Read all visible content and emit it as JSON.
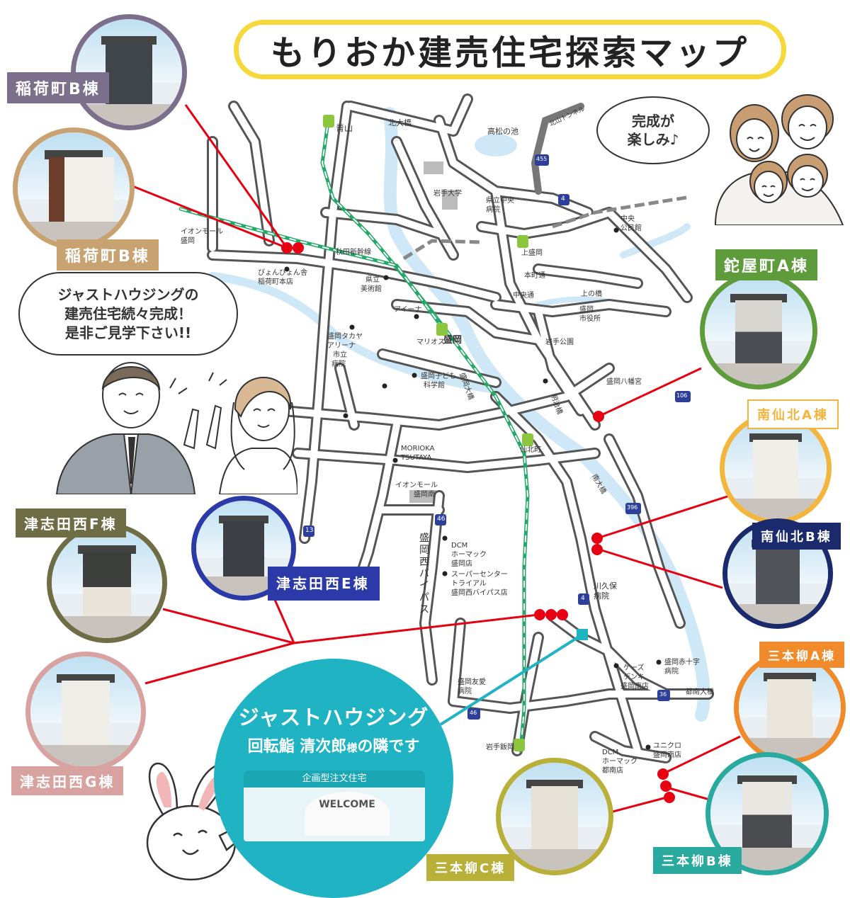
{
  "title": "もりおか建売住宅探索マップ",
  "speech": {
    "family": "完成が楽しみ♪",
    "family_l1": "完成が",
    "family_l2": "楽しみ♪",
    "staff_l1": "ジャストハウジングの",
    "staff_l2": "建売住宅続々完成！",
    "staff_l3": "是非ご見学下さい!!"
  },
  "houses": [
    {
      "label": "稲荷町B棟",
      "color": "#7b6f8c"
    },
    {
      "label": "稲荷町B棟",
      "color": "#c9a272"
    },
    {
      "label": "鉈屋町A棟",
      "color": "#5d9b3b"
    },
    {
      "label": "南仙北A棟",
      "color": "#f2b63f"
    },
    {
      "label": "南仙北B棟",
      "color": "#1a2a6c"
    },
    {
      "label": "津志田西F棟",
      "color": "#6e6d45"
    },
    {
      "label": "津志田西E棟",
      "color": "#2b3aa8"
    },
    {
      "label": "津志田西G棟",
      "color": "#d8a2a0"
    },
    {
      "label": "三本柳A棟",
      "color": "#f08a2a"
    },
    {
      "label": "三本柳B棟",
      "color": "#2aa99f"
    },
    {
      "label": "三本柳C棟",
      "color": "#b9b03a"
    }
  ],
  "office": {
    "line1": "ジャストハウジング",
    "line2a": "回転鮨 清次郎",
    "line2b": "様",
    "line2c": "の隣です",
    "banner": "企画型注文住宅",
    "welcome": "WELCOME"
  },
  "map_labels": {
    "aoyama": "青山",
    "kitaohashi": "北大橋",
    "takamatsu": "高松の池",
    "kitayama_tunnel": "北山トンネル",
    "iwate_univ": "岩手大学",
    "central_hospital_1": "県立中央",
    "central_hospital_2": "病院",
    "chuo_kominkan_1": "中央",
    "chuo_kominkan_2": "公民館",
    "aeon_morioka_1": "イオンモール",
    "aeon_morioka_2": "盛岡",
    "akita_shinkansen": "秋田新幹線",
    "kamimorioka": "上盛岡",
    "honcho": "本町通",
    "pyonpyon_1": "ぴょんぴょん舎",
    "pyonpyon_2": "稲荷町本店",
    "museum_1": "県立",
    "museum_2": "美術館",
    "chuo_dori": "中央通",
    "uenohashi": "上の橋",
    "city_hall_1": "盛岡",
    "city_hall_2": "市役所",
    "aina": "アイーナ",
    "morioka_station": "盛岡",
    "marios": "マリオス",
    "iwate_park": "岩手公園",
    "arena_1": "盛岡タカヤ",
    "arena_2": "アリーナ",
    "city_hospital_1": "市立",
    "city_hospital_2": "病院",
    "kodomo_1": "盛岡子ども",
    "kodomo_2": "科学館",
    "hachimangu": "盛岡八幡宮",
    "meiji_bridge": "明治橋",
    "morioka_ohashi": "盛岡大橋",
    "senbokucho": "仙北町",
    "tsutaya_1": "MORIOKA",
    "tsutaya_2": "TSUTAYA",
    "aeon_minami_1": "イオンモール",
    "aeon_minami_2": "盛岡南",
    "minami_ohashi": "南大橋",
    "route13": "13",
    "route46": "46",
    "route4": "4",
    "route4b": "4",
    "route455": "455",
    "route106": "106",
    "route396": "396",
    "route36": "36",
    "route46b": "46",
    "bypass": "盛岡西バイパス",
    "dcm_1": "DCM",
    "dcm_2": "ホーマック",
    "dcm_3": "盛岡店",
    "trial_1": "スーパーセンター",
    "trial_2": "トライアル",
    "trial_3": "盛岡西バイパス店",
    "kawakubo_1": "川久保",
    "kawakubo_2": "病院",
    "ks_1": "ケーズ",
    "ks_2": "デンキ",
    "ks_3": "盛岡南店",
    "redcross_1": "盛岡赤十字",
    "redcross_2": "病院",
    "tonan_bridge": "都南大橋",
    "yuai_1": "盛岡友愛",
    "yuai_2": "病院",
    "iwate_iioka": "岩手飯岡",
    "dcm_tonan_1": "DCM",
    "dcm_tonan_2": "ホーマック",
    "dcm_tonan_3": "都南店",
    "uniqlo_1": "ユニクロ",
    "uniqlo_2": "盛岡南店"
  },
  "colors": {
    "road": "#555555",
    "river": "#cfe8f7",
    "railway": "#24a867",
    "marker": "#e60012",
    "office_line": "#1fb3c3",
    "title_border": "#f7d83a"
  }
}
